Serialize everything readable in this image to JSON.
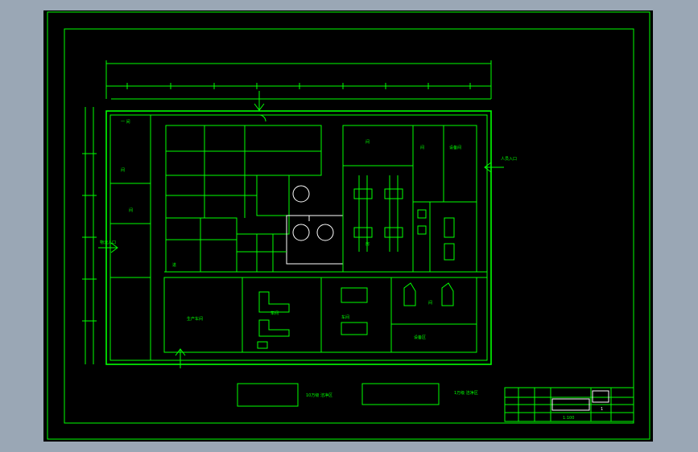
{
  "drawing": {
    "rooms": [
      {
        "id": "r1",
        "label": "一 间"
      },
      {
        "id": "r2",
        "label": "间"
      },
      {
        "id": "r3",
        "label": "间"
      },
      {
        "id": "r4",
        "label": "生产车间"
      },
      {
        "id": "r5",
        "label": "车间"
      },
      {
        "id": "r6",
        "label": "车间"
      },
      {
        "id": "r7",
        "label": "间"
      },
      {
        "id": "r8",
        "label": "设备区"
      },
      {
        "id": "r9",
        "label": "间"
      },
      {
        "id": "r10",
        "label": "间"
      },
      {
        "id": "r11",
        "label": "设备间"
      },
      {
        "id": "r12",
        "label": "房"
      },
      {
        "id": "r13",
        "label": "人员入口"
      },
      {
        "id": "r14",
        "label": "物流入口"
      },
      {
        "id": "r15",
        "label": "进"
      }
    ],
    "legend": {
      "class_a_label": "10万级 洁净区",
      "class_b_label": "1万级 洁净区"
    },
    "title_block": {
      "code": "1",
      "scale": "1:100"
    }
  },
  "colors": {
    "line": "#00ff00",
    "accent": "#ffffff",
    "background": "#000000",
    "outer": "#9aa7b5"
  }
}
